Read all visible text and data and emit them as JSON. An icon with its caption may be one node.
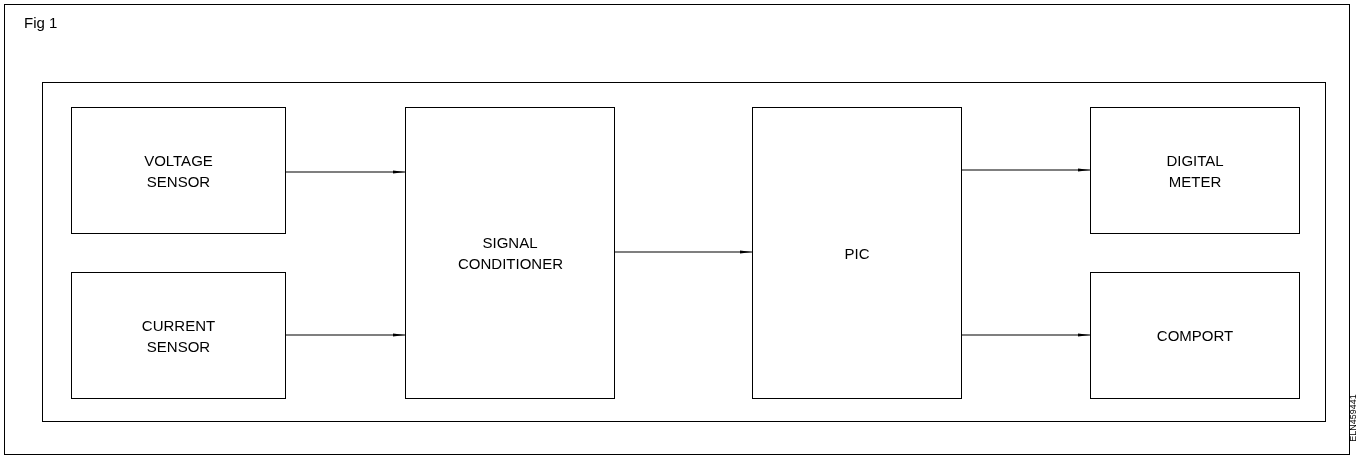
{
  "diagram": {
    "title": "Fig 1",
    "nodes": [
      {
        "text": [],
        "shape": "box"
      },
      {
        "text": [
          "VOLTAGE SENSOR"
        ],
        "in": 0
      },
      {
        "text": [
          "CURRENT SENSOR"
        ],
        "in": 0
      },
      {
        "text": [
          "SIGNAL CONDITIONER"
        ],
        "in": 0
      },
      {
        "text": [
          "PIC"
        ],
        "in": 0
      },
      {
        "text": [
          "DIGITAL METER"
        ],
        "in": 0
      },
      {
        "text": [
          "COMPORT"
        ],
        "in": 0
      }
    ],
    "edges": [
      {
        "from": 1,
        "to": 3,
        "arrow": "to"
      },
      {
        "from": 2,
        "to": 3,
        "arrow": "to"
      },
      {
        "from": 3,
        "to": 4,
        "arrow": "to"
      },
      {
        "from": 4,
        "to": 5,
        "arrow": "to"
      },
      {
        "from": 4,
        "to": 6,
        "arrow": "to"
      }
    ],
    "labels": [
      "ELN459441"
    ]
  }
}
